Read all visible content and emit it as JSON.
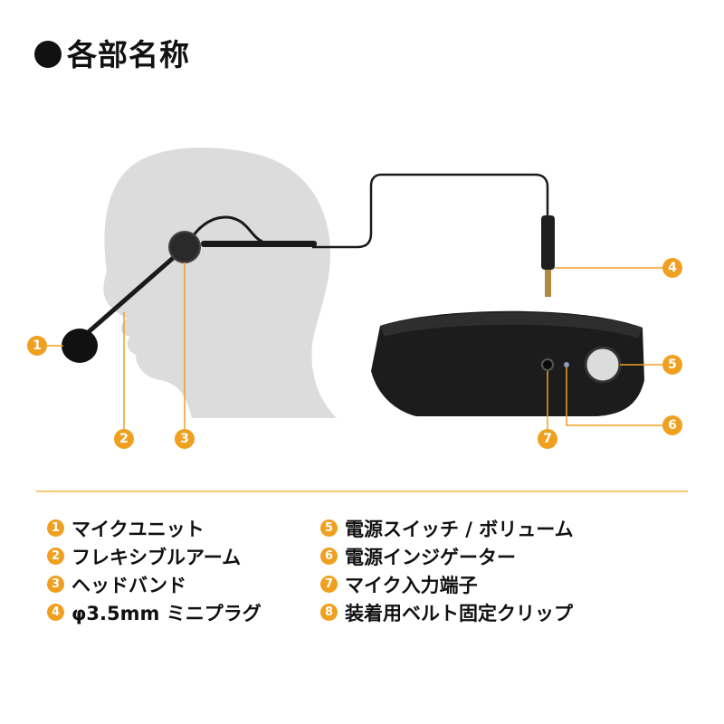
{
  "title": "各部名称",
  "accent_color": "#f0a020",
  "diagram": {
    "subjects": [
      "headset-microphone-on-head-silhouette",
      "amplifier-speaker-unit"
    ],
    "callouts": [
      {
        "number": "1",
        "target": "mic-unit"
      },
      {
        "number": "2",
        "target": "flexible-arm"
      },
      {
        "number": "3",
        "target": "headband"
      },
      {
        "number": "4",
        "target": "mini-plug"
      },
      {
        "number": "5",
        "target": "power-volume-knob"
      },
      {
        "number": "6",
        "target": "power-indicator"
      },
      {
        "number": "7",
        "target": "mic-input-jack"
      }
    ]
  },
  "legend": {
    "items": [
      {
        "number": "1",
        "label": "マイクユニット"
      },
      {
        "number": "2",
        "label": "フレキシブルアーム"
      },
      {
        "number": "3",
        "label": "ヘッドバンド"
      },
      {
        "number": "4",
        "label": "φ3.5mm ミニプラグ"
      },
      {
        "number": "5",
        "label": "電源スイッチ / ボリューム"
      },
      {
        "number": "6",
        "label": "電源インジゲーター"
      },
      {
        "number": "7",
        "label": "マイク入力端子"
      },
      {
        "number": "8",
        "label": "装着用ベルト固定クリップ"
      }
    ]
  }
}
